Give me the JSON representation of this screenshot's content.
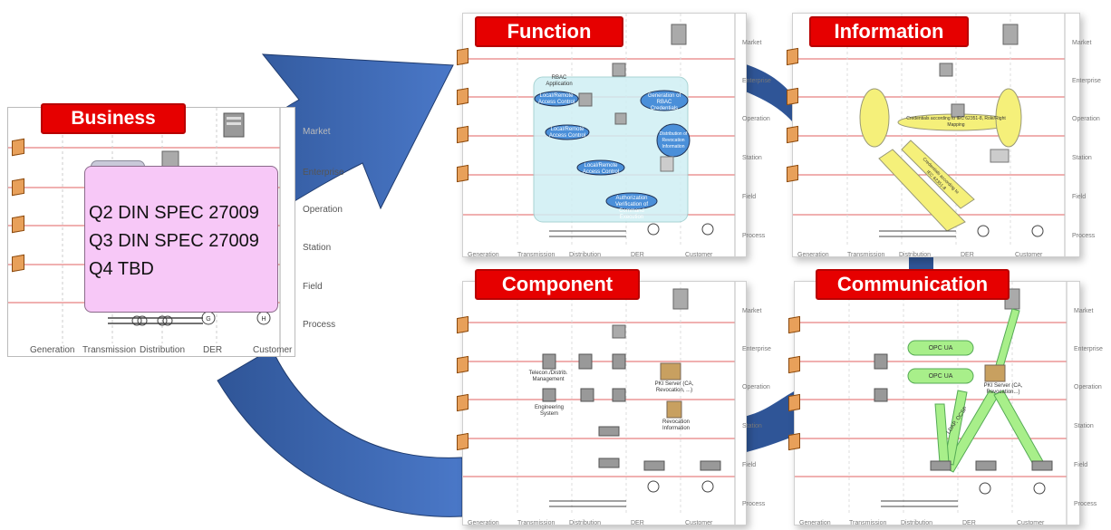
{
  "business": {
    "title": "Business",
    "note_lines": [
      "Q2 DIN SPEC 27009",
      "Q3 DIN SPEC 27009",
      "Q4 TBD"
    ],
    "zones": [
      "Market",
      "Enterprise",
      "Operation",
      "Station",
      "Field",
      "Process"
    ],
    "domains": [
      "Generation",
      "Transmission",
      "Distribution",
      "DER",
      "Customer"
    ]
  },
  "panels": {
    "function": {
      "title": "Function",
      "labels": [
        "RBAC Application",
        "Local/Remote Access Control",
        "Generation of RBAC Credentials",
        "Local/Remote Access Control",
        "Distribution of Revocation Information",
        "Local/Remote Access Control",
        "Authorization Verification of Command Execution"
      ]
    },
    "information": {
      "title": "Information",
      "labels": [
        "Credentials according to IEC 62351-8, Role/Right Mapping",
        "Credentials according to IEC 62351-8"
      ]
    },
    "component": {
      "title": "Component",
      "labels": [
        "PKI Server (CA, Revocation, ...)",
        "Revocation Information",
        "Engineering System",
        "Telecon./Distrib. Management"
      ]
    },
    "communication": {
      "title": "Communication",
      "labels": [
        "OPC UA",
        "OPC UA",
        "PKI Server (CA, Revocation...)",
        "LDAP, OCSP"
      ]
    }
  },
  "panel_zones": [
    "Market",
    "Enterprise",
    "Operation",
    "Station",
    "Field",
    "Process"
  ],
  "panel_domains": [
    "Generation",
    "Transmission",
    "Distribution",
    "DER",
    "Customer"
  ],
  "colors": {
    "badge": "#e60000",
    "arrow": "#4472c4",
    "note": "#f7c8f7",
    "zone_line": "#e06060"
  }
}
